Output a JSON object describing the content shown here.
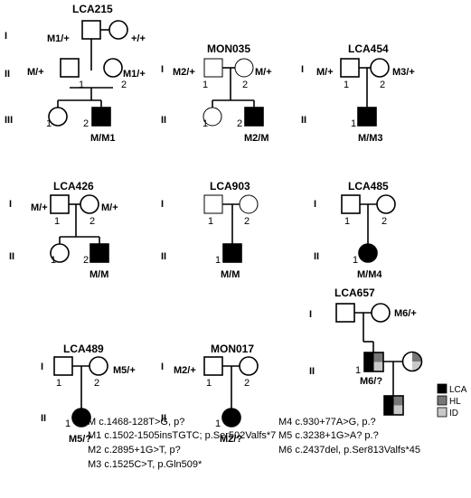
{
  "families": [
    {
      "name": "LCA215",
      "generations": [
        "I",
        "II",
        "III"
      ],
      "genotypes": [
        "M1/+",
        "+/+",
        "M/+",
        "M1/+",
        "M/M1"
      ],
      "numbers": [
        "1",
        "2",
        "1",
        "2"
      ]
    },
    {
      "name": "MON035",
      "generations": [
        "I",
        "II"
      ],
      "genotypes": [
        "M2/+",
        "M/+",
        "M2/M"
      ],
      "numbers": [
        "1",
        "2",
        "1",
        "2"
      ]
    },
    {
      "name": "LCA454",
      "generations": [
        "I",
        "II"
      ],
      "genotypes": [
        "M/+",
        "M3/+",
        "M/M3"
      ],
      "numbers": [
        "1",
        "2",
        "1"
      ]
    },
    {
      "name": "LCA426",
      "generations": [
        "I",
        "II"
      ],
      "genotypes": [
        "M/+",
        "M/+",
        "M/M"
      ],
      "numbers": [
        "1",
        "2",
        "1",
        "2"
      ]
    },
    {
      "name": "LCA903",
      "generations": [
        "I",
        "II"
      ],
      "genotypes": [
        "M/M"
      ],
      "numbers": [
        "1",
        "2",
        "1"
      ]
    },
    {
      "name": "LCA485",
      "generations": [
        "I",
        "II"
      ],
      "genotypes": [
        "M/M4"
      ],
      "numbers": [
        "1",
        "2",
        "1"
      ]
    },
    {
      "name": "LCA489",
      "generations": [
        "I",
        "II"
      ],
      "genotypes": [
        "M5/+",
        "M5/?"
      ],
      "numbers": [
        "1",
        "2",
        "1"
      ]
    },
    {
      "name": "MON017",
      "generations": [
        "I",
        "II"
      ],
      "genotypes": [
        "M2/+",
        "M2/?"
      ],
      "numbers": [
        "1",
        "2",
        "1"
      ]
    },
    {
      "name": "LCA657",
      "generations": [
        "I",
        "II"
      ],
      "genotypes": [
        "M6/+",
        "M6/?"
      ],
      "numbers": [
        "1"
      ]
    }
  ],
  "legend": [
    "LCA",
    "HL",
    "ID"
  ],
  "colors": {
    "lca": "#000000",
    "hl": "#777777",
    "id": "#c8c8c8"
  },
  "footnotes": [
    "M c.1468-128T>G, p?",
    "M1 c.1502-1505insTGTC; p.Ser502Valfs*7",
    "M2 c.2895+1G>T, p?",
    "M3 c.1525C>T, p.Gln509*",
    "M4 c.930+77A>G, p.?",
    "M5 c.3238+1G>A? p.?",
    "M6 c.2437del, p.Ser813Valfs*45"
  ]
}
